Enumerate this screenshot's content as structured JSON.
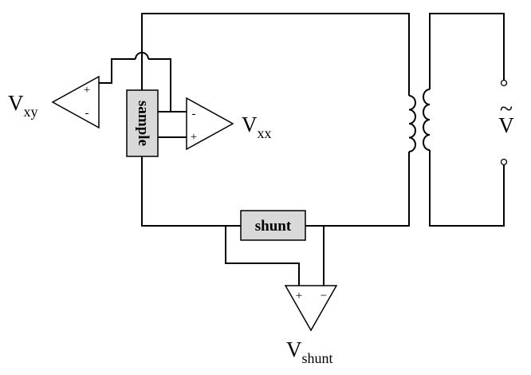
{
  "components": {
    "sample": {
      "label": "sample"
    },
    "shunt": {
      "label": "shunt"
    }
  },
  "amplifiers": {
    "vxy": {
      "plus": "+",
      "minus": "-",
      "output_main": "V",
      "output_sub": "xy"
    },
    "vxx": {
      "plus": "+",
      "minus": "-",
      "output_main": "V",
      "output_sub": "xx"
    },
    "vshunt": {
      "plus": "+",
      "minus": "−",
      "output_main": "V",
      "output_sub": "shunt"
    }
  },
  "source": {
    "tilde": "~",
    "label": "V"
  }
}
